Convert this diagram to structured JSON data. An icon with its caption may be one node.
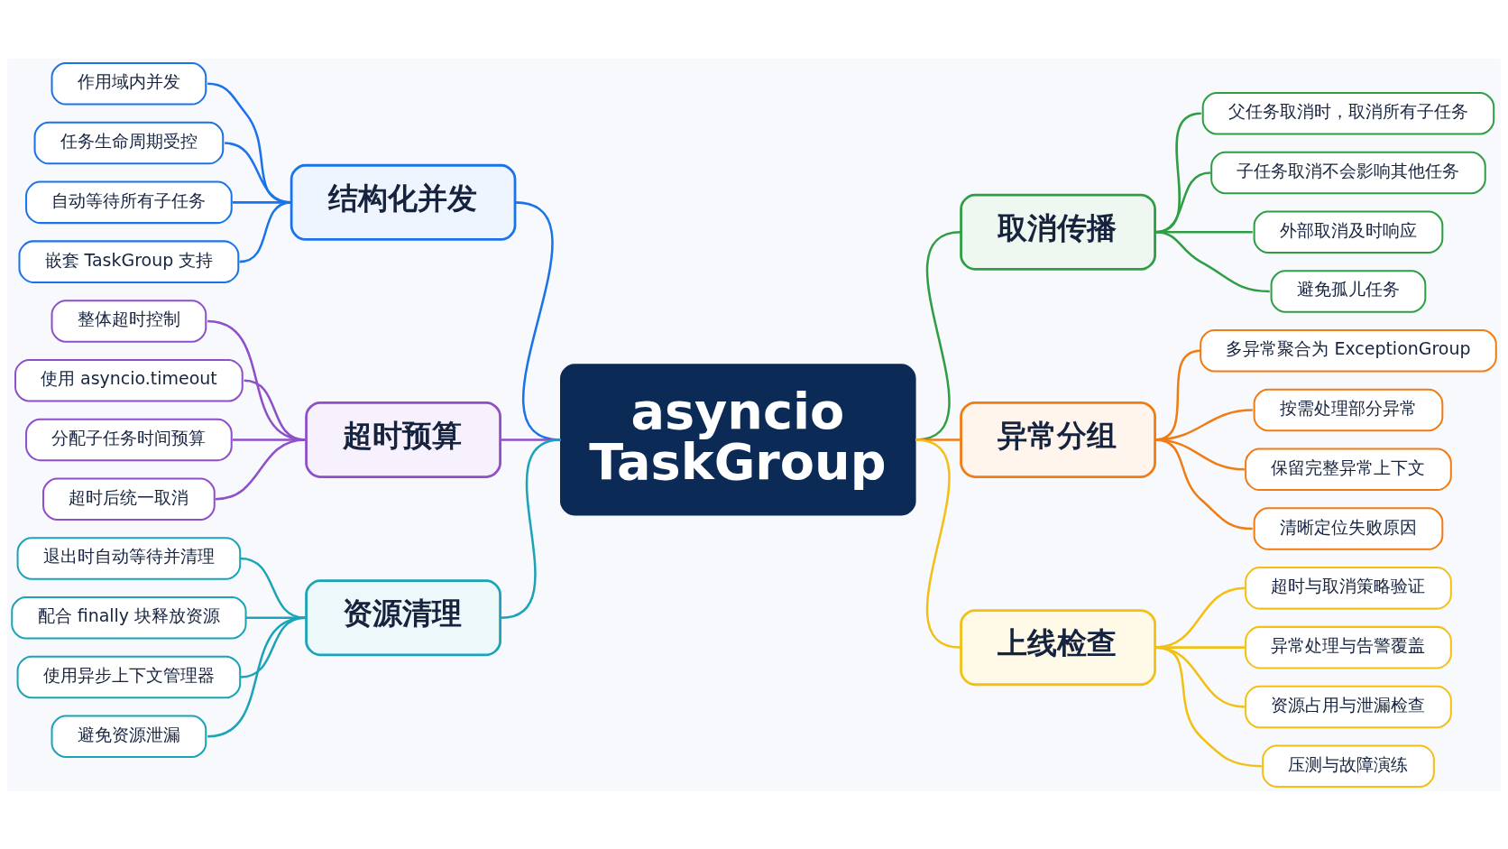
{
  "diagram": {
    "nodes": [
      {
        "text": [
          "asyncio TaskGroup"
        ]
      },
      {
        "text": [
          "结构化并发"
        ]
      },
      {
        "text": [
          "作用域内并发"
        ]
      },
      {
        "text": [
          "任务生命周期受控"
        ]
      },
      {
        "text": [
          "自动等待所有子任务"
        ]
      },
      {
        "text": [
          "嵌套 TaskGroup 支持"
        ]
      },
      {
        "text": [
          "取消传播"
        ]
      },
      {
        "text": [
          "父任务取消时，取消所有子任务"
        ]
      },
      {
        "text": [
          "子任务取消不会影响其他任务"
        ]
      },
      {
        "text": [
          "外部取消及时响应"
        ]
      },
      {
        "text": [
          "避免孤儿任务"
        ]
      },
      {
        "text": [
          "超时预算"
        ]
      },
      {
        "text": [
          "整体超时控制"
        ]
      },
      {
        "text": [
          "使用 asyncio.timeout"
        ]
      },
      {
        "text": [
          "分配子任务时间预算"
        ]
      },
      {
        "text": [
          "超时后统一取消"
        ]
      },
      {
        "text": [
          "异常分组"
        ]
      },
      {
        "text": [
          "多异常聚合为 ExceptionGroup"
        ]
      },
      {
        "text": [
          "按需处理部分异常"
        ]
      },
      {
        "text": [
          "保留完整异常上下文"
        ]
      },
      {
        "text": [
          "清晰定位失败原因"
        ]
      },
      {
        "text": [
          "资源清理"
        ]
      },
      {
        "text": [
          "退出时自动等待并清理"
        ]
      },
      {
        "text": [
          "配合 finally 块释放资源"
        ]
      },
      {
        "text": [
          "使用异步上下文管理器"
        ]
      },
      {
        "text": [
          "避免资源泄漏"
        ]
      },
      {
        "text": [
          "上线检查"
        ]
      },
      {
        "text": [
          "超时与取消策略验证"
        ]
      },
      {
        "text": [
          "异常处理与告警覆盖"
        ]
      },
      {
        "text": [
          "资源占用与泄漏检查"
        ]
      },
      {
        "text": [
          "压测与故障演练"
        ]
      }
    ],
    "edges": [
      {
        "from": 0,
        "to": 1,
        "arrow": "none",
        "color": "#1a73e8"
      },
      {
        "from": 1,
        "to": 2,
        "arrow": "none",
        "color": "#1a73e8"
      },
      {
        "from": 1,
        "to": 3,
        "arrow": "none",
        "color": "#1a73e8"
      },
      {
        "from": 1,
        "to": 4,
        "arrow": "none",
        "color": "#1a73e8"
      },
      {
        "from": 1,
        "to": 5,
        "arrow": "none",
        "color": "#1a73e8"
      },
      {
        "from": 0,
        "to": 6,
        "arrow": "none",
        "color": "#2e9e44"
      },
      {
        "from": 6,
        "to": 7,
        "arrow": "none",
        "color": "#2e9e44"
      },
      {
        "from": 6,
        "to": 8,
        "arrow": "none",
        "color": "#2e9e44"
      },
      {
        "from": 6,
        "to": 9,
        "arrow": "none",
        "color": "#2e9e44"
      },
      {
        "from": 6,
        "to": 10,
        "arrow": "none",
        "color": "#2e9e44"
      },
      {
        "from": 0,
        "to": 11,
        "arrow": "none",
        "color": "#8e4fc9"
      },
      {
        "from": 11,
        "to": 12,
        "arrow": "none",
        "color": "#8e4fc9"
      },
      {
        "from": 11,
        "to": 13,
        "arrow": "none",
        "color": "#8e4fc9"
      },
      {
        "from": 11,
        "to": 14,
        "arrow": "none",
        "color": "#8e4fc9"
      },
      {
        "from": 11,
        "to": 15,
        "arrow": "none",
        "color": "#8e4fc9"
      },
      {
        "from": 0,
        "to": 16,
        "arrow": "none",
        "color": "#f07c14"
      },
      {
        "from": 16,
        "to": 17,
        "arrow": "none",
        "color": "#f07c14"
      },
      {
        "from": 16,
        "to": 18,
        "arrow": "none",
        "color": "#f07c14"
      },
      {
        "from": 16,
        "to": 19,
        "arrow": "none",
        "color": "#f07c14"
      },
      {
        "from": 16,
        "to": 20,
        "arrow": "none",
        "color": "#f07c14"
      },
      {
        "from": 0,
        "to": 21,
        "arrow": "none",
        "color": "#1ba3b8"
      },
      {
        "from": 21,
        "to": 22,
        "arrow": "none",
        "color": "#1ba3b8"
      },
      {
        "from": 21,
        "to": 23,
        "arrow": "none",
        "color": "#1ba3b8"
      },
      {
        "from": 21,
        "to": 24,
        "arrow": "none",
        "color": "#1ba3b8"
      },
      {
        "from": 21,
        "to": 25,
        "arrow": "none",
        "color": "#1ba3b8"
      },
      {
        "from": 0,
        "to": 26,
        "arrow": "none",
        "color": "#f2c014"
      },
      {
        "from": 26,
        "to": 27,
        "arrow": "none",
        "color": "#f2c014"
      },
      {
        "from": 26,
        "to": 28,
        "arrow": "none",
        "color": "#f2c014"
      },
      {
        "from": 26,
        "to": 29,
        "arrow": "none",
        "color": "#f2c014"
      },
      {
        "from": 26,
        "to": 30,
        "arrow": "none",
        "color": "#f2c014"
      }
    ]
  }
}
